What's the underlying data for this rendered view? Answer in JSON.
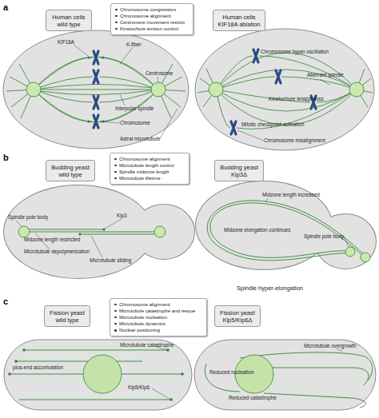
{
  "diagram": {
    "nodes": [
      {
        "text": [
          "Human cells wild type"
        ]
      },
      {
        "text": [
          "Chromosome congression",
          "Chromosome alignment",
          "Centromere movement restrict",
          "Kinetochore tension control"
        ]
      },
      {
        "text": [
          "Human cells KIF18A ablation"
        ]
      },
      {
        "text": [
          "Budding yeast wild type"
        ]
      },
      {
        "text": [
          "Chromosome alignment",
          "Microtubule length control",
          "Spindle midzone length",
          "Microtubule lifetime"
        ]
      },
      {
        "text": [
          "Budding yeast Kip3Δ"
        ]
      },
      {
        "text": [
          "Fission yeast wild type"
        ]
      },
      {
        "text": [
          "Chromosome alignment",
          "Microtubule catastrophe and rescue",
          "Microtubule nucleation",
          "Microtubule dynamics",
          "Nuclear positioning"
        ]
      },
      {
        "text": [
          "Fission yeast Klp5/Klp6Δ"
        ]
      }
    ],
    "labels": [
      "a",
      "KIF18A",
      "K-fiber",
      "Centrosome",
      "Interpolar spindle",
      "Chromosome",
      "Astral microtubule",
      "Chromosome hyper-oscillation",
      "Aberrant spindle",
      "Kinetochore tension loss",
      "Mitotic checkpoint activation",
      "Chromosome misalignment",
      "b",
      "Spindle pole body",
      "Midzone length restricted",
      "Microtubule depolymerization",
      "Microtubule sliding",
      "Kip3",
      "Midzone length increased",
      "Midzone elongation continues",
      "Spindle pole body",
      "Spindle hyper-elongation",
      "c",
      "plus-end accumulation",
      "Microtubule catastrophe",
      "Klp5/Klp6",
      "Microtubule overgrowth",
      "Reduced nucleation",
      "Reduced catastrophe"
    ]
  }
}
